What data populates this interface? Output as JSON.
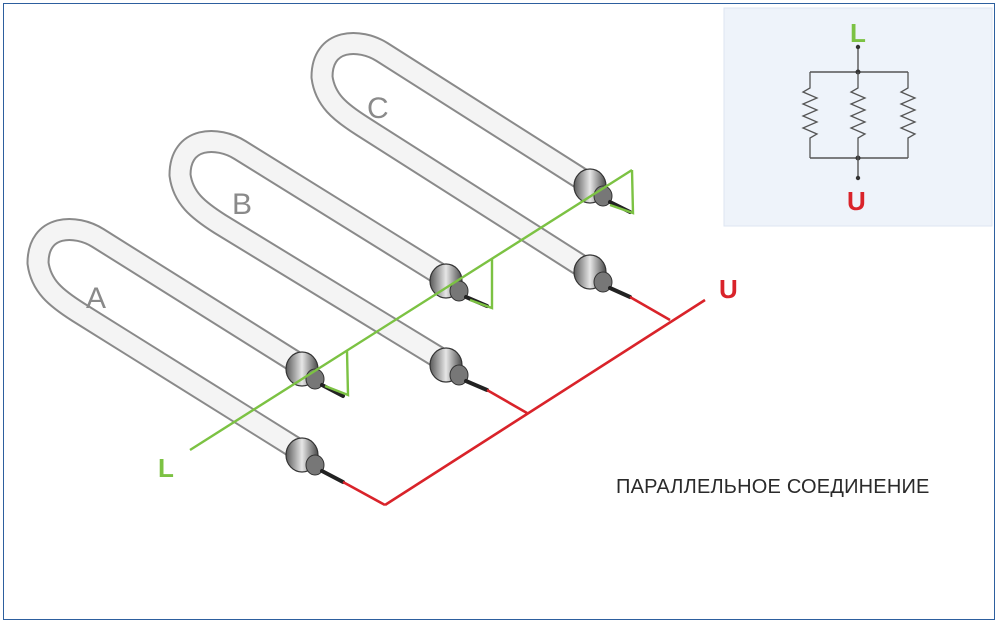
{
  "colors": {
    "live": "#7cc243",
    "return": "#d9232a",
    "frame": "#2d5f9e",
    "inset_bg": "#eef3fa",
    "element": "#b8b8b8"
  },
  "elements": [
    {
      "id": "A",
      "label": "A"
    },
    {
      "id": "B",
      "label": "B"
    },
    {
      "id": "C",
      "label": "C"
    }
  ],
  "wires": {
    "live_label": "L",
    "return_label": "U"
  },
  "inset": {
    "top_label": "L",
    "bottom_label": "U",
    "resistor_count": 3
  },
  "caption": "ПАРАЛЛЕЛЬНОЕ СОЕДИНЕНИЕ"
}
